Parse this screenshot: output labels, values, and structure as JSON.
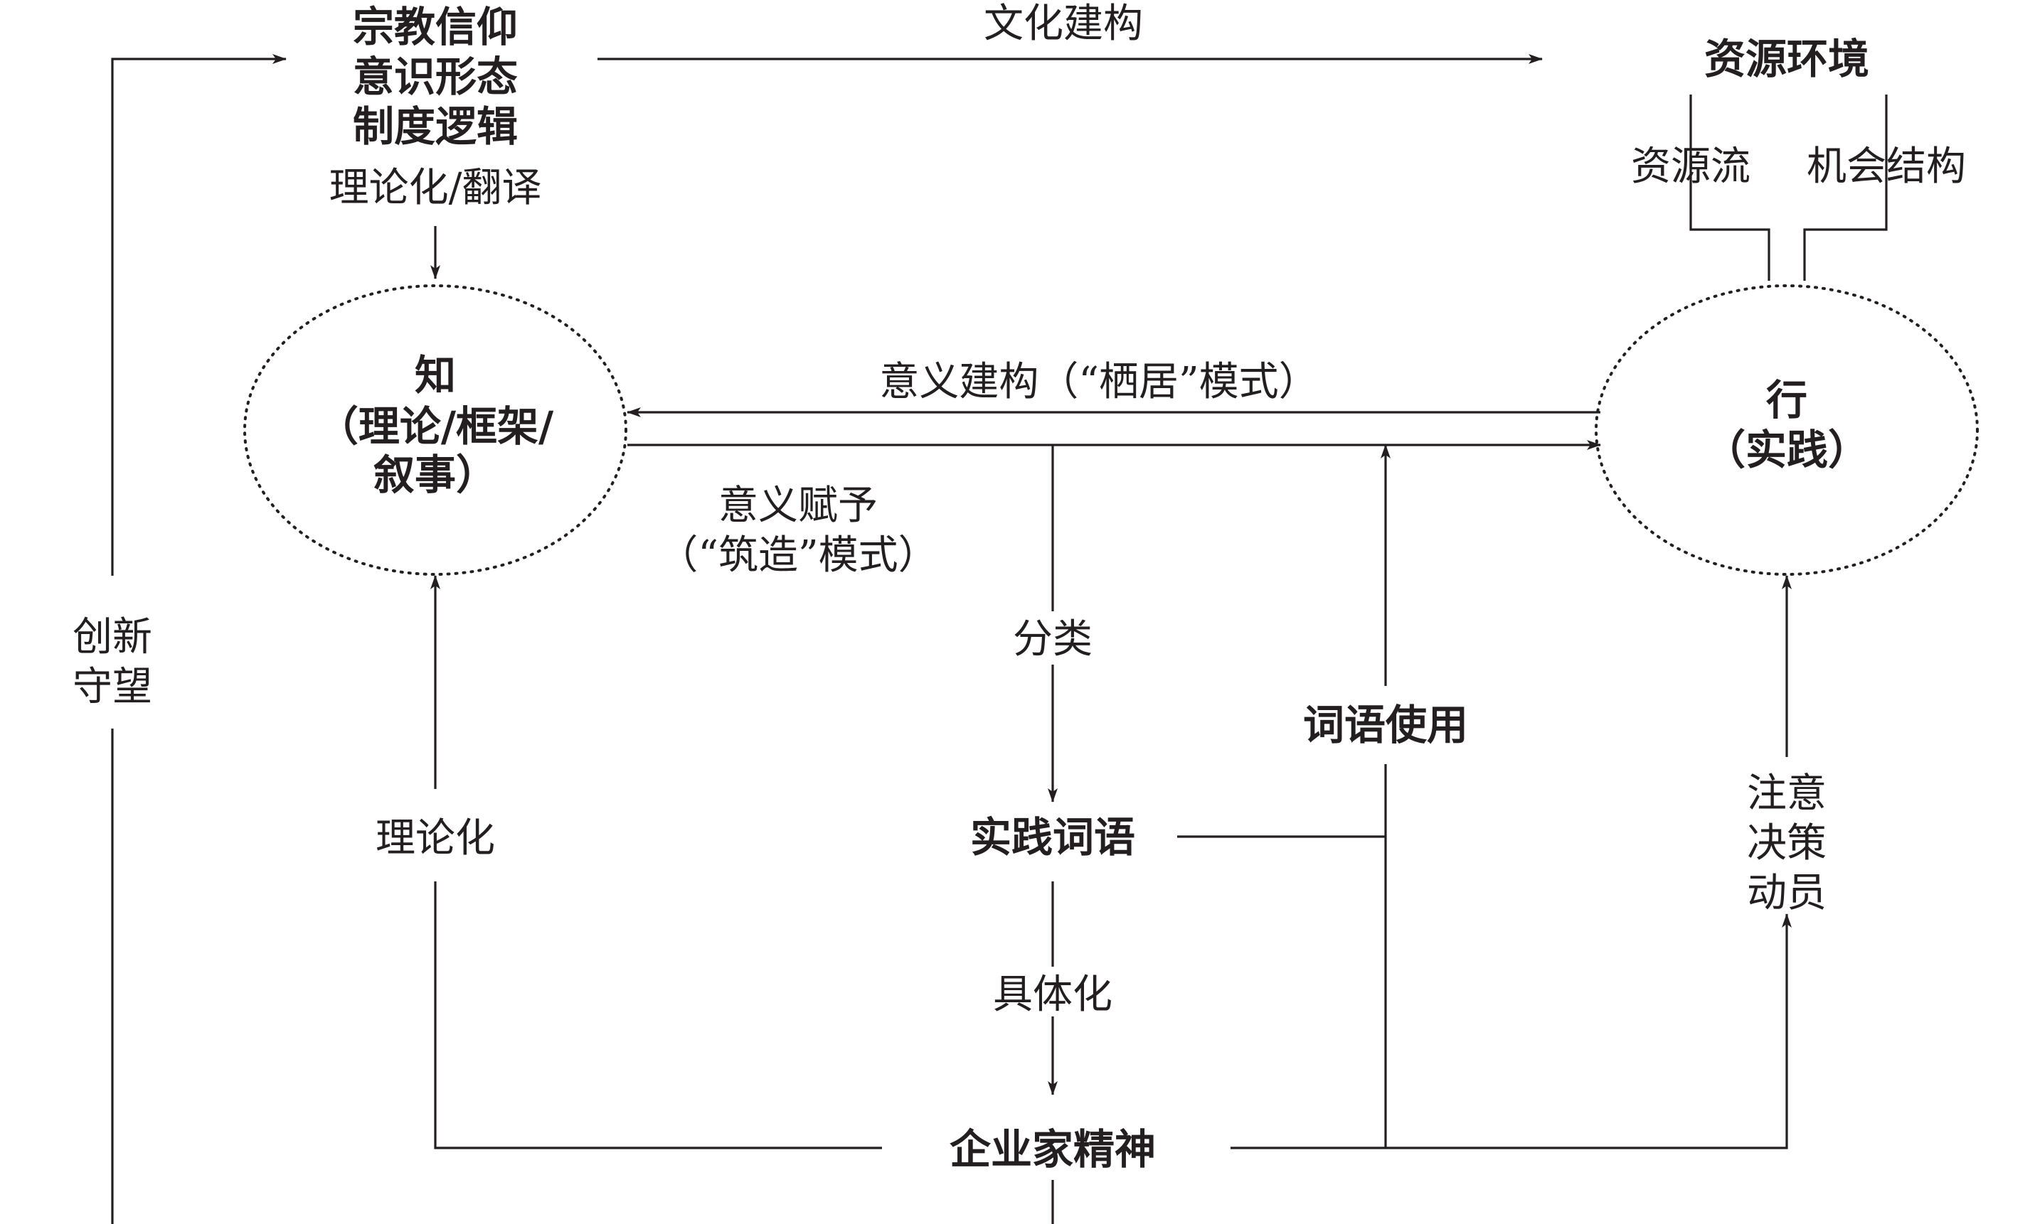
{
  "nodes": {
    "top_left_line1": "宗教信仰",
    "top_left_line2": "意识形态",
    "top_left_line3": "制度逻辑",
    "resource_env": "资源环境",
    "resource_flow": "资源流",
    "opportunity_structure": "机会结构",
    "zhi_line1": "知",
    "zhi_line2": "（理论/框架/",
    "zhi_line3": "叙事）",
    "xing_line1": "行",
    "xing_line2": "（实践）",
    "practice_words": "实践词语",
    "word_use": "词语使用",
    "entrepreneurship": "企业家精神"
  },
  "edge_labels": {
    "cultural_construction": "文化建构",
    "theorize_translate": "理论化/翻译",
    "meaning_construction": "意义建构（“栖居”模式）",
    "meaning_giving_line1": "意义赋予",
    "meaning_giving_line2": "（“筑造”模式）",
    "classify": "分类",
    "theorize": "理论化",
    "concretize": "具体化",
    "innovation_line1": "创新",
    "innovation_line2": "守望",
    "attention_line1": "注意",
    "attention_line2": "决策",
    "attention_line3": "动员"
  }
}
